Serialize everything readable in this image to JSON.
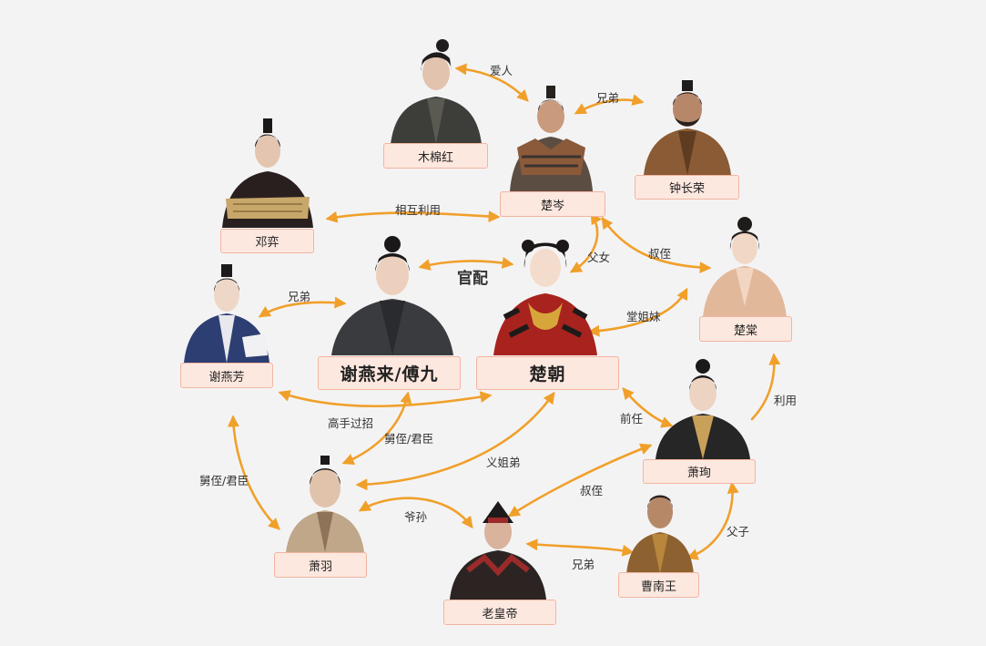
{
  "characters": {
    "mumianhong": "木棉红",
    "chucen": "楚岑",
    "zhongchangrong": "钟长荣",
    "dengyi": "邓弈",
    "chutang": "楚棠",
    "xieyanfang": "谢燕芳",
    "xieyanlai": "谢燕来/傅九",
    "chuzhao": "楚朝",
    "xiaoxun": "萧珣",
    "xiaoyu": "萧羽",
    "laohuangdi": "老皇帝",
    "yunnanwang": "曹南王"
  },
  "relations": {
    "airen": "爱人",
    "xiongdi_top": "兄弟",
    "xianghuliyong": "相互利用",
    "guanpei": "官配",
    "funv": "父女",
    "shuzhi_top": "叔侄",
    "xiongdi_left": "兄弟",
    "tangjiemei": "堂姐妹",
    "liyong": "利用",
    "gaoshouguozhao": "高手过招",
    "jiuzhi_center": "舅侄/君臣",
    "qianren": "前任",
    "yijiedi": "义姐弟",
    "jiuzhi_left": "舅侄/君臣",
    "shuzhi_bottom": "叔侄",
    "yesun": "爷孙",
    "fuzi": "父子",
    "xiongdi_bottom": "兄弟"
  },
  "colors": {
    "arrow": "#f0a02a",
    "label_fill": "#fde8df",
    "label_border": "#f2b4a1",
    "background": "#f4f3f4"
  }
}
